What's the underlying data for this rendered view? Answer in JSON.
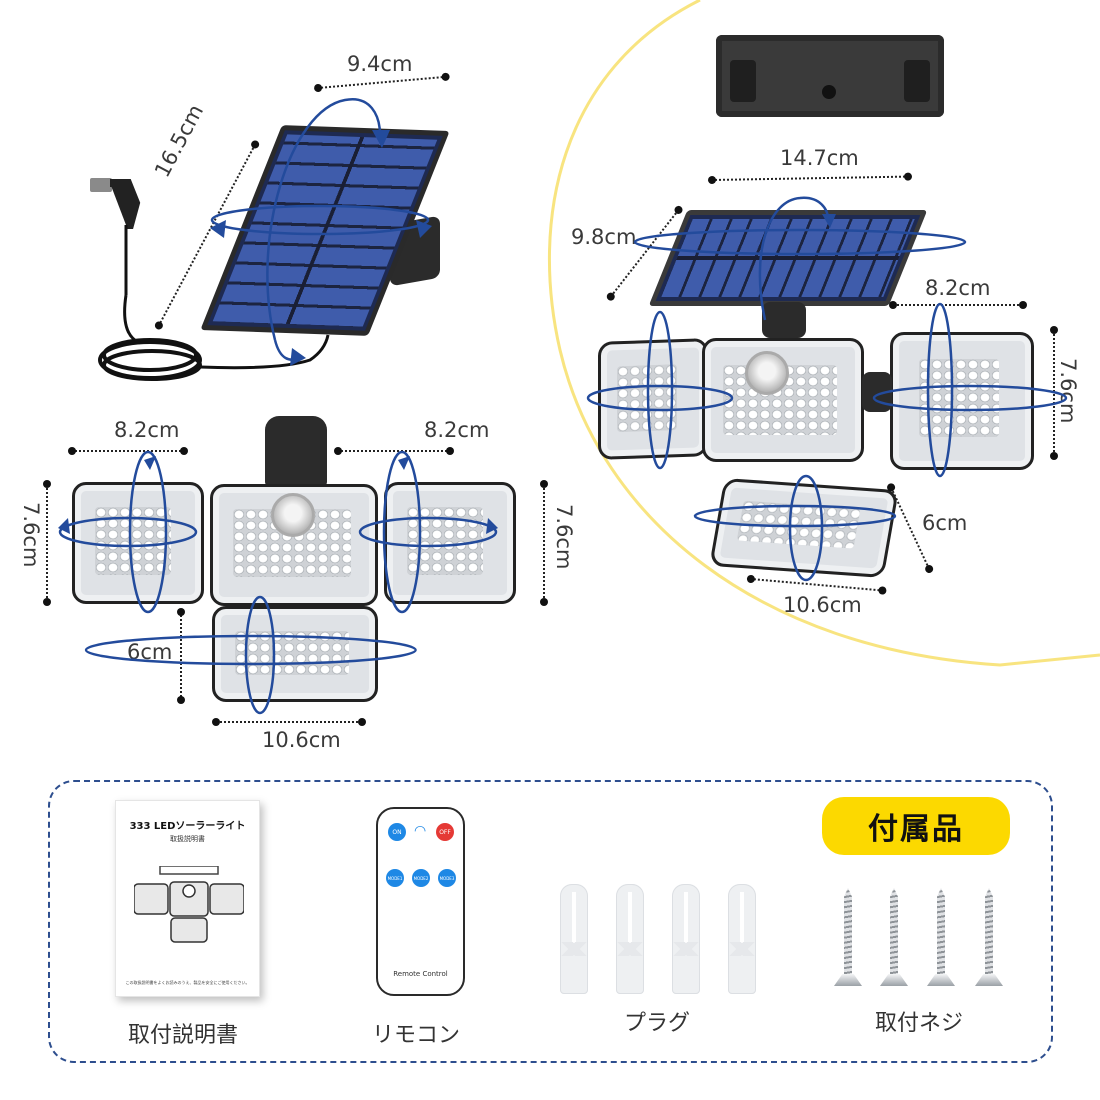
{
  "top_left_solar_panel": {
    "width_label": "9.4cm",
    "height_label": "16.5cm"
  },
  "left_lamp_assembly": {
    "left_head_width": "8.2cm",
    "right_head_width": "8.2cm",
    "left_head_height": "7.6cm",
    "right_head_height": "7.6cm",
    "bottom_head_height": "6cm",
    "bottom_head_width": "10.6cm"
  },
  "right_assembled_view": {
    "panel_width": "14.7cm",
    "panel_depth": "9.8cm",
    "side_head_width": "8.2cm",
    "side_head_height": "7.6cm",
    "bottom_head_height": "6cm",
    "bottom_head_width": "10.6cm"
  },
  "accessories": {
    "badge": "付属品",
    "items": [
      {
        "label": "取付説明書",
        "icon": "manual-booklet"
      },
      {
        "label": "リモコン",
        "icon": "remote-control"
      },
      {
        "label": "プラグ",
        "icon": "wall-plug",
        "count": 4
      },
      {
        "label": "取付ネジ",
        "icon": "screw",
        "count": 4
      }
    ],
    "manual": {
      "title": "333 LEDソーラーライト",
      "subtitle": "取扱説明書",
      "footer": "この取扱説明書をよくお読みのうえ、製品を安全にご使用ください。"
    },
    "remote": {
      "on": "ON",
      "off": "OFF",
      "mode1": "MODE1",
      "mode2": "MODE2",
      "mode3": "MODE3",
      "label": "Remote Control"
    }
  },
  "colors": {
    "arrow_blue": "#234b9c",
    "badge_yellow": "#fcd900",
    "dashed_border": "#2d4e8e",
    "arc_yellow": "#f7df6a",
    "on_button": "#1e88e5",
    "off_button": "#e53935"
  }
}
